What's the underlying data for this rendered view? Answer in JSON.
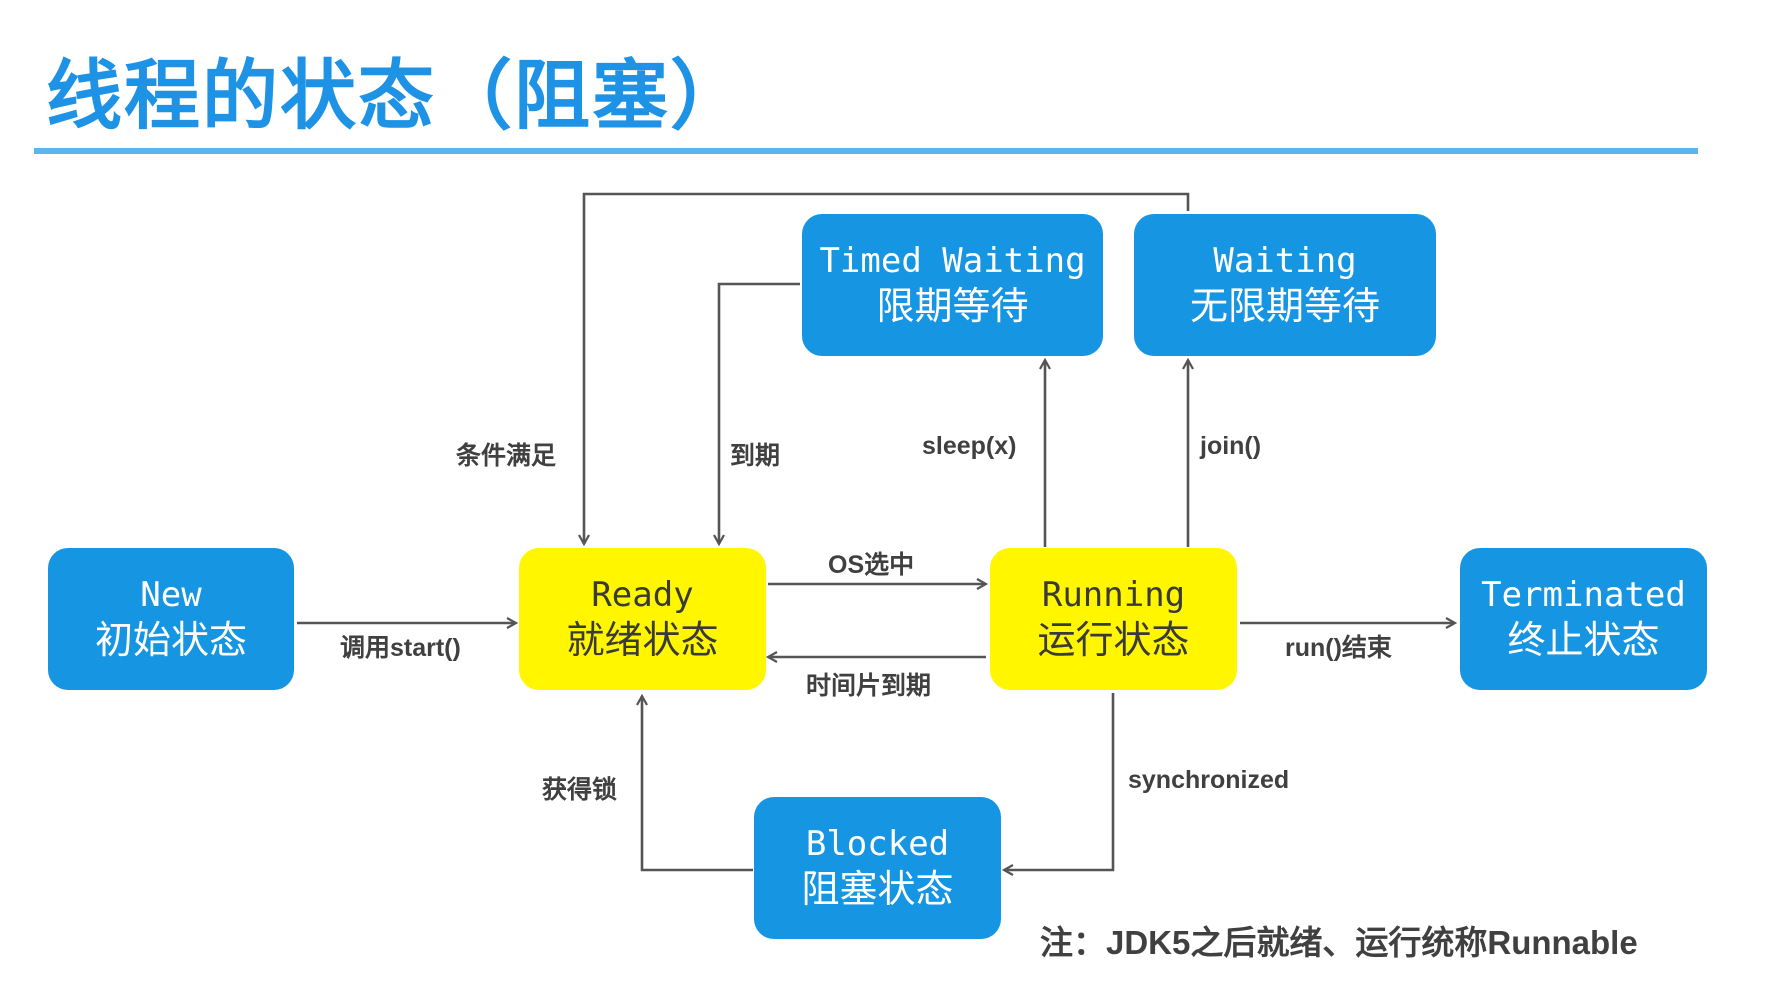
{
  "title": "线程的状态（阻塞）",
  "states": {
    "new": {
      "en": "New",
      "zh": "初始状态"
    },
    "ready": {
      "en": "Ready",
      "zh": "就绪状态"
    },
    "running": {
      "en": "Running",
      "zh": "运行状态"
    },
    "terminated": {
      "en": "Terminated",
      "zh": "终止状态"
    },
    "timed_waiting": {
      "en": "Timed Waiting",
      "zh": "限期等待"
    },
    "waiting": {
      "en": "Waiting",
      "zh": "无限期等待"
    },
    "blocked": {
      "en": "Blocked",
      "zh": "阻塞状态"
    }
  },
  "transitions": {
    "start": "调用start()",
    "os_selected": "OS选中",
    "time_slice": "时间片到期",
    "run_end": "run()结束",
    "sleep": "sleep(x)",
    "join": "join()",
    "condition_met": "条件满足",
    "expired": "到期",
    "synchronized": "synchronized",
    "got_lock": "获得锁"
  },
  "note": "注：JDK5之后就绪、运行统称Runnable",
  "colors": {
    "title": "#1E93E6",
    "state_blue": "#1695E3",
    "state_yellow": "#FFF600",
    "arrow": "#555555"
  }
}
